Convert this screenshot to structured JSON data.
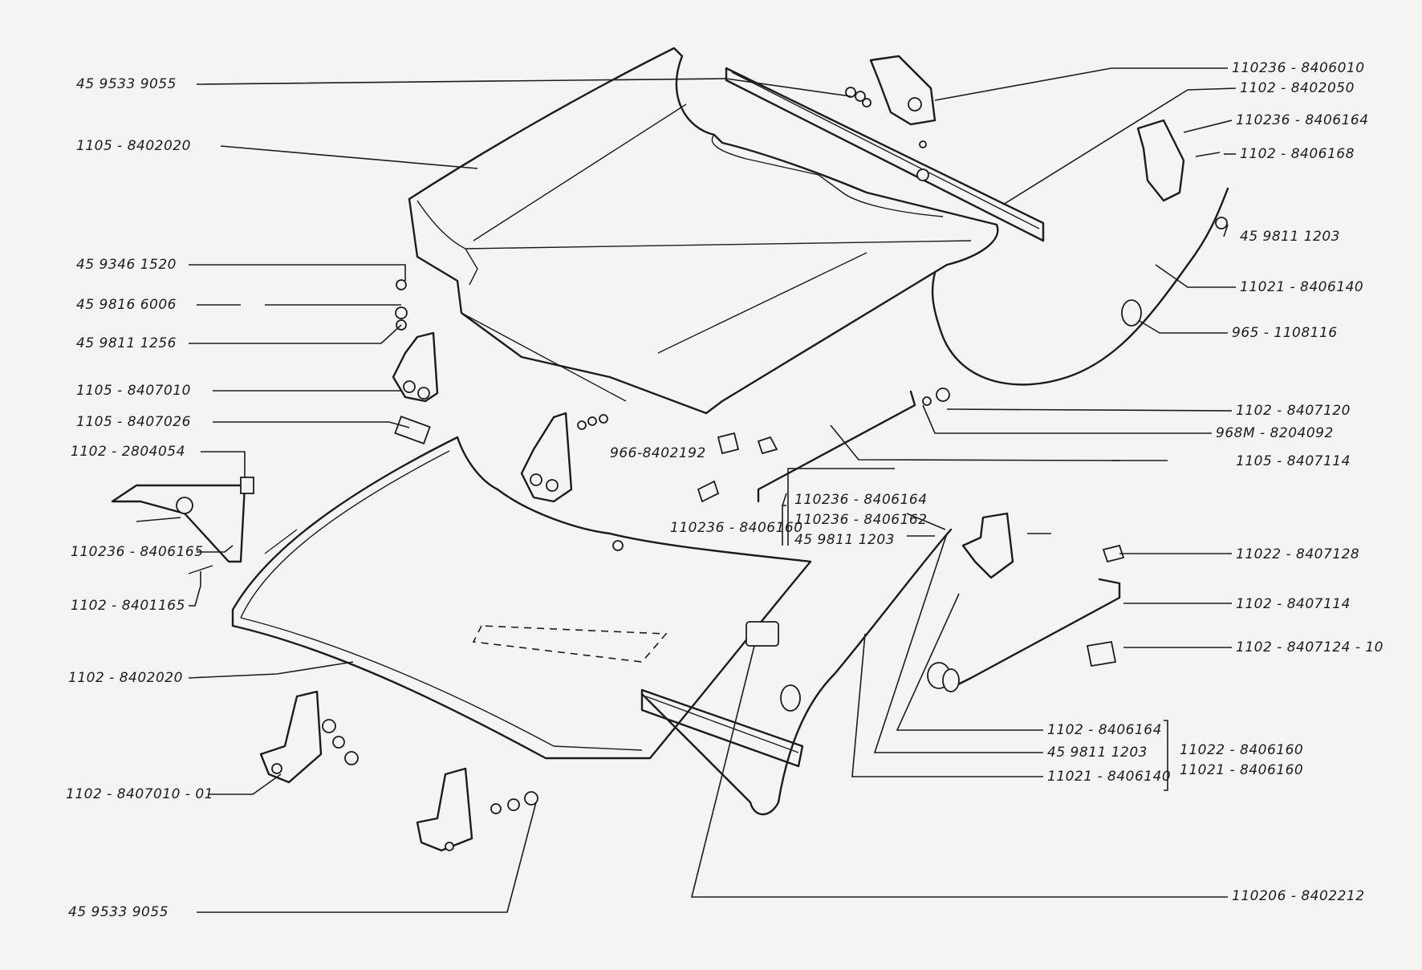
{
  "labels": [
    {
      "id": "l01",
      "text": "45 9533 9055"
    },
    {
      "id": "l02",
      "text": "1105 - 8402020"
    },
    {
      "id": "l03",
      "text": "45 9346 1520"
    },
    {
      "id": "l04",
      "text": "45 9816 6006"
    },
    {
      "id": "l05",
      "text": "45 9811 1256"
    },
    {
      "id": "l06",
      "text": "1105 - 8407010"
    },
    {
      "id": "l07",
      "text": "1105 - 8407026"
    },
    {
      "id": "l08",
      "text": "1102 - 2804054"
    },
    {
      "id": "l09",
      "text": "110236 - 8406165"
    },
    {
      "id": "l10",
      "text": "1102 - 8401165"
    },
    {
      "id": "l11",
      "text": "1102 - 8402020"
    },
    {
      "id": "l12",
      "text": "1102 - 8407010 - 01"
    },
    {
      "id": "l13",
      "text": "45 9533 9055"
    },
    {
      "id": "l14",
      "text": "110236 - 8406010"
    },
    {
      "id": "l15",
      "text": "1102 - 8402050"
    },
    {
      "id": "l16",
      "text": "110236 - 8406164"
    },
    {
      "id": "l17",
      "text": "1102 - 8406168"
    },
    {
      "id": "l18",
      "text": "45 9811 1203"
    },
    {
      "id": "l19",
      "text": "11021 - 8406140"
    },
    {
      "id": "l20",
      "text": "965 - 1108116"
    },
    {
      "id": "l21",
      "text": "1102 - 8407120"
    },
    {
      "id": "l22",
      "text": "968M - 8204092"
    },
    {
      "id": "l23",
      "text": "1105 - 8407114"
    },
    {
      "id": "l24",
      "text": "966-8402192"
    },
    {
      "id": "l25",
      "text": "110236 - 8406164"
    },
    {
      "id": "l26",
      "text": "110236 - 8406162"
    },
    {
      "id": "l27",
      "text": "45 9811 1203"
    },
    {
      "id": "l28",
      "text": "110236 - 8406160"
    },
    {
      "id": "l29",
      "text": "11022 - 8407128"
    },
    {
      "id": "l30",
      "text": "1102 - 8407114"
    },
    {
      "id": "l31",
      "text": "1102 - 8407124 - 10"
    },
    {
      "id": "l32",
      "text": "1102 - 8406164"
    },
    {
      "id": "l33",
      "text": "45 9811 1203"
    },
    {
      "id": "l34",
      "text": "11021 - 8406140"
    },
    {
      "id": "l35",
      "text": "11022 - 8406160"
    },
    {
      "id": "l36",
      "text": "11021 - 8406160"
    },
    {
      "id": "l37",
      "text": "110206 - 8402212"
    }
  ]
}
